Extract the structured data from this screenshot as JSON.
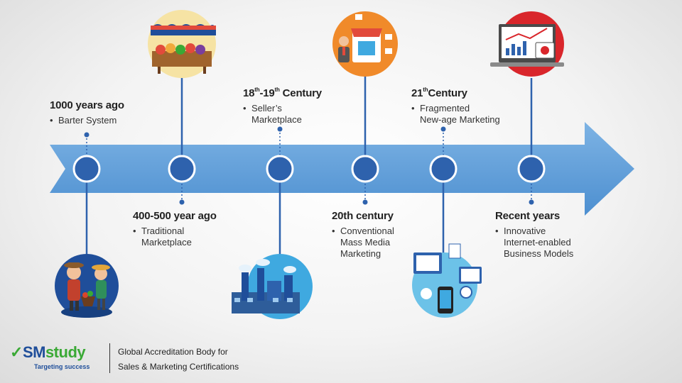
{
  "eras": [
    {
      "id": "1000",
      "title": "1000 years ago",
      "bullet": [
        "Barter System"
      ]
    },
    {
      "id": "400",
      "title": "400-500 year ago",
      "bullet": [
        "Traditional",
        "Marketplace"
      ]
    },
    {
      "id": "18c",
      "title_parts": [
        "18",
        "th",
        "-19",
        "th",
        " Century"
      ],
      "bullet": [
        "Seller’s",
        "Marketplace"
      ]
    },
    {
      "id": "20c",
      "title": "20th century",
      "bullet": [
        "Conventional",
        "Mass Media",
        "Marketing"
      ]
    },
    {
      "id": "21c",
      "title_parts": [
        "21",
        "th",
        "Century"
      ],
      "bullet": [
        "Fragmented",
        "New-age Marketing"
      ]
    },
    {
      "id": "recent",
      "title": "Recent years",
      "bullet": [
        "Innovative",
        "Internet-enabled",
        "Business Models"
      ]
    }
  ],
  "logo": {
    "sm": "SM",
    "study": "study",
    "tagline": "Targeting success"
  },
  "accreditation": [
    "Global Accreditation Body for",
    "Sales & Marketing Certifications"
  ],
  "colors": {
    "arrow": "#5b9bd8",
    "node": "#2e62ad",
    "line": "#2e62ad"
  },
  "icons": [
    "farmers-icon",
    "market-stall-icon",
    "factory-icon",
    "shop-salesman-icon",
    "digital-devices-icon",
    "analytics-dashboard-icon"
  ]
}
